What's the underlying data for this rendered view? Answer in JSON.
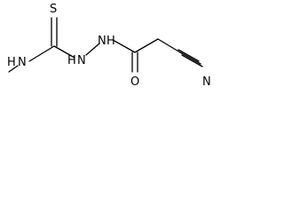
{
  "molecule": {
    "atoms": {
      "thione_sulfur": "S",
      "methylamine_nh": "H",
      "methylamine_n": "N",
      "hydrazide_nh_a": "H",
      "hydrazide_n_a": "N",
      "hydrazide_nh_b": "H",
      "hydrazide_n_b": "N",
      "carbonyl_oxygen": "O",
      "nitrile_nitrogen": "N"
    },
    "colors": {
      "bonds": "#000000",
      "labels": "#000000",
      "background": "#ffffff"
    }
  }
}
